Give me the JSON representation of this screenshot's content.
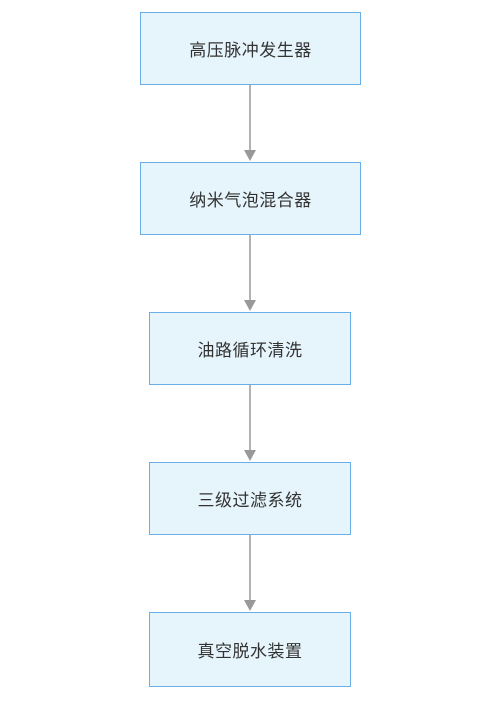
{
  "flowchart": {
    "nodes": [
      {
        "id": "n1",
        "label": "高压脉冲发生器"
      },
      {
        "id": "n2",
        "label": "纳米气泡混合器"
      },
      {
        "id": "n3",
        "label": "油路循环清洗"
      },
      {
        "id": "n4",
        "label": "三级过滤系统"
      },
      {
        "id": "n5",
        "label": "真空脱水装置"
      }
    ],
    "edges": [
      {
        "from": "n1",
        "to": "n2"
      },
      {
        "from": "n2",
        "to": "n3"
      },
      {
        "from": "n3",
        "to": "n4"
      },
      {
        "from": "n4",
        "to": "n5"
      }
    ]
  },
  "colors": {
    "node_fill": "#e6f4fc",
    "node_border": "#6aaee8",
    "edge": "#999999",
    "text": "#333333"
  }
}
